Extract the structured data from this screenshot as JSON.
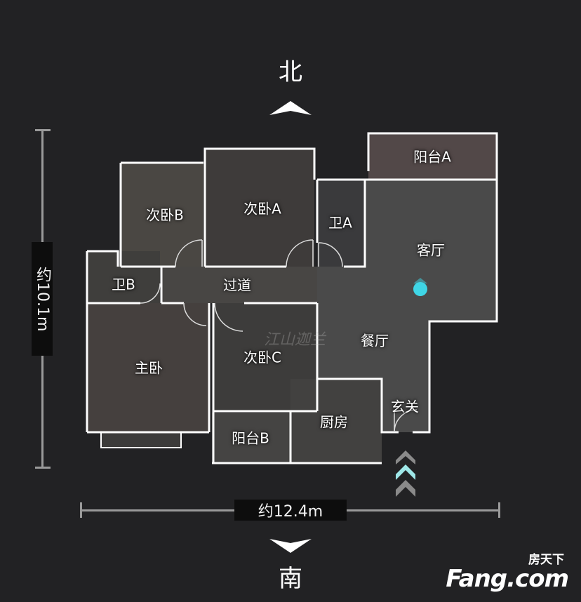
{
  "compass": {
    "north": "北",
    "south": "南"
  },
  "dimensions": {
    "height_label": "约10.1m",
    "width_label": "约12.4m"
  },
  "rooms": {
    "balcony_a": "阳台A",
    "bedroom_b": "次卧B",
    "bedroom_a": "次卧A",
    "bath_a": "卫A",
    "living": "客厅",
    "bath_b": "卫B",
    "corridor": "过道",
    "master": "主卧",
    "bedroom_c": "次卧C",
    "dining": "餐厅",
    "entrance": "玄关",
    "kitchen": "厨房",
    "balcony_b": "阳台B"
  },
  "watermark": "江山迦兰",
  "logo": {
    "cn": "房天下",
    "en": "Fang.com"
  },
  "colors": {
    "background": "#222224",
    "wall": "#ffffff",
    "entrance_arrow": "#9ee7e8",
    "marker": "#3fd6e6"
  }
}
